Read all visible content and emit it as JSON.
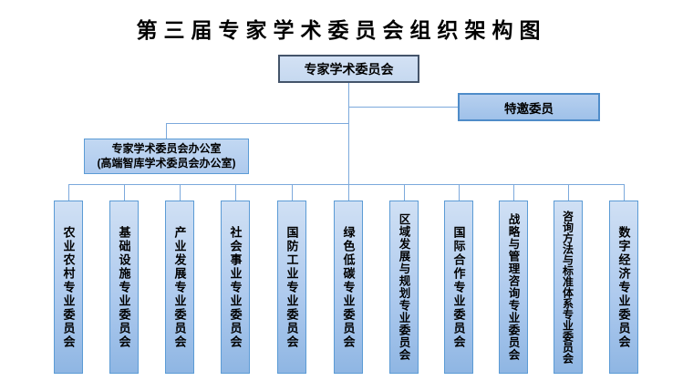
{
  "title": "第三届专家学术委员会组织架构图",
  "nodes": {
    "root": {
      "label": "专家学术委员会"
    },
    "invited": {
      "label": "特邀委员"
    },
    "office": {
      "line1": "专家学术委员会办公室",
      "line2": "(高端智库学术委员会办公室)"
    }
  },
  "committees": [
    "农业农村专业委员会",
    "基础设施专业委员会",
    "产业发展专业委员会",
    "社会事业专业委员会",
    "国防工业专业委员会",
    "绿色低碳专业委员会",
    "区域发展与规划专业委员会",
    "国际合作专业委员会",
    "战略与管理咨询专业委员会",
    "咨询方法与标准体系专业委员会",
    "数字经济专业委员会"
  ],
  "colors": {
    "node_border": "#5b9bd5",
    "root_border": "#44546a",
    "connector": "#7ca9dc",
    "fill_top": "#cfdff3",
    "fill_bottom": "#93b9e5",
    "text_color": "#000000",
    "bg": "#ffffff"
  }
}
